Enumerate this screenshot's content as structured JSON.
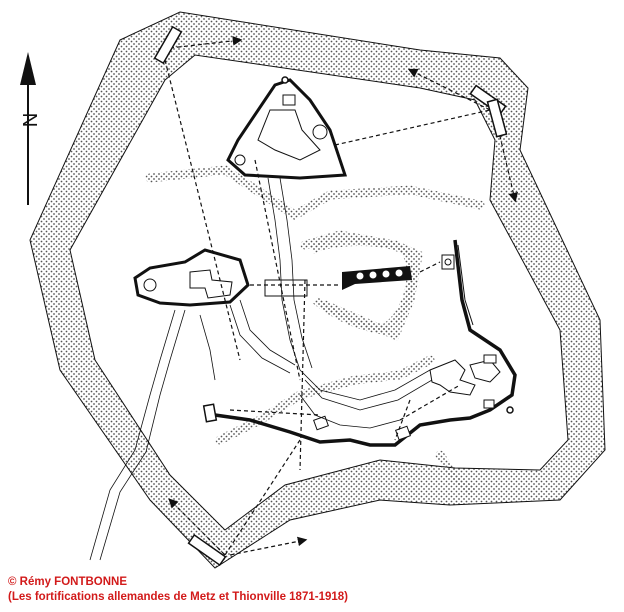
{
  "figure": {
    "north_letter": "N",
    "copyright_line": "© Rémy FONTBONNE",
    "source_line": "(Les fortifications allemandes de Metz et Thionville 1871-1918)"
  },
  "colors": {
    "ink": "#111111",
    "dots": "#555555",
    "caption": "#d21a1a",
    "background": "#ffffff"
  }
}
